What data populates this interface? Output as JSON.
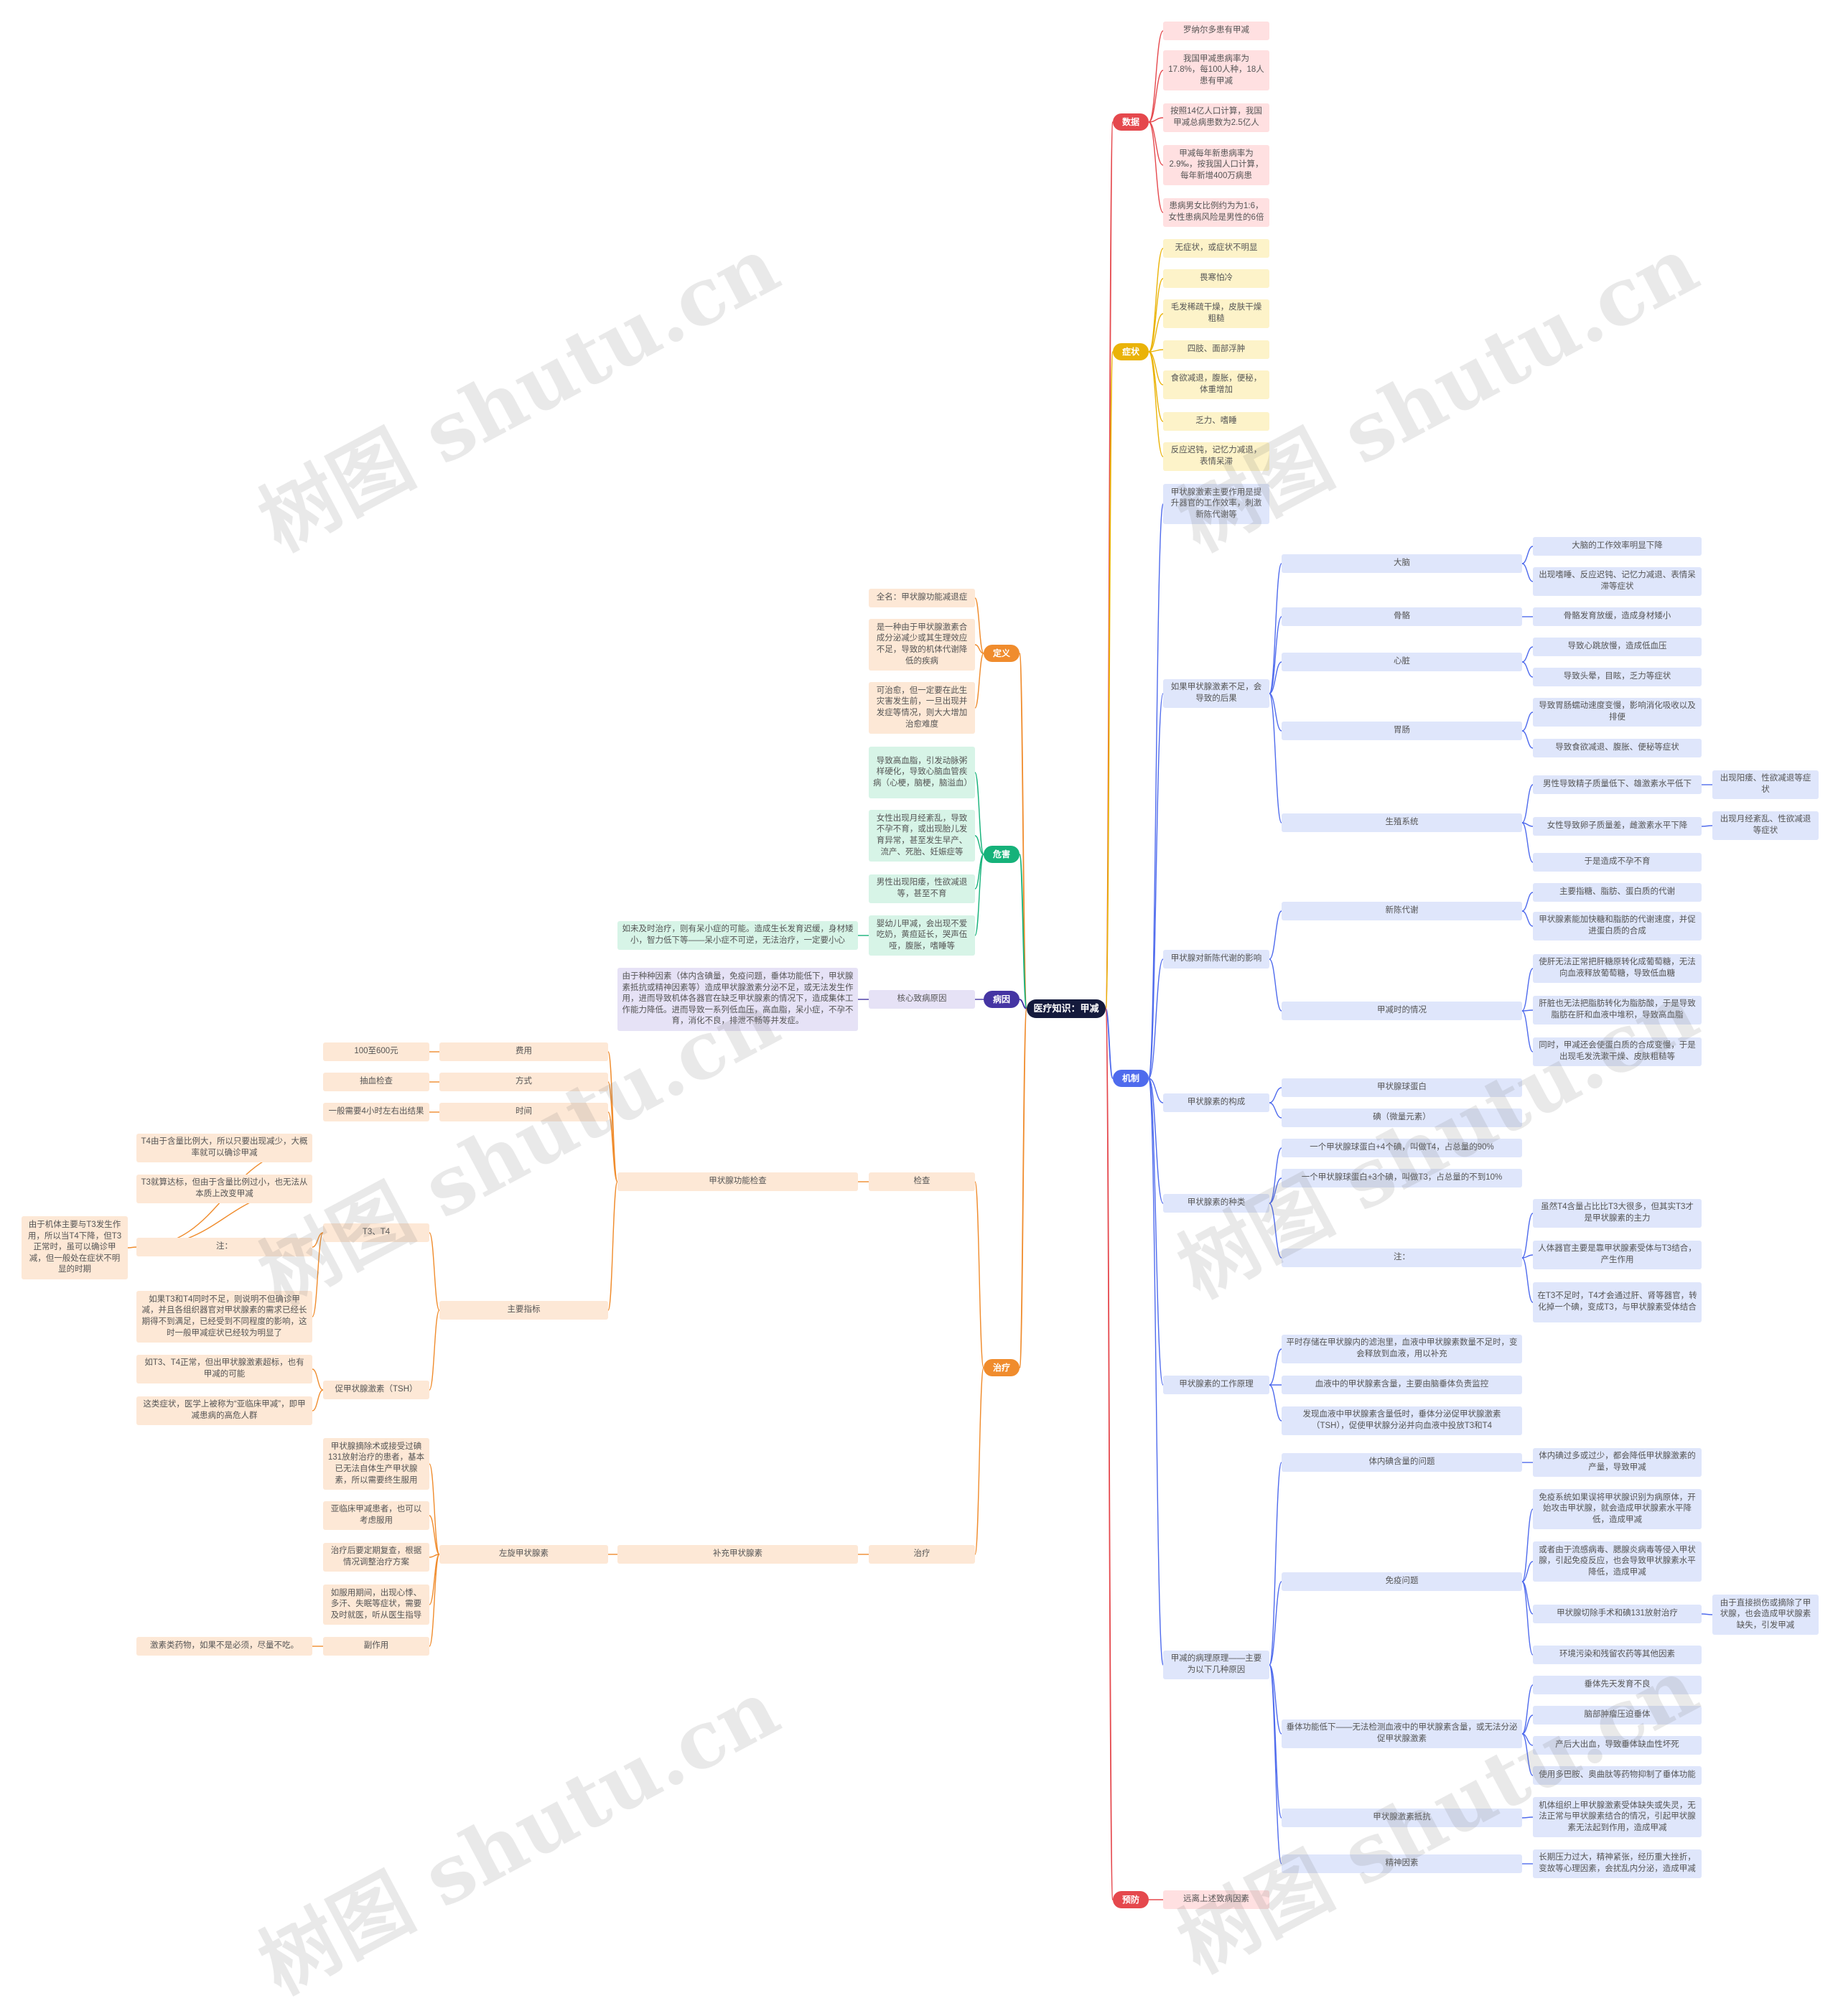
{
  "root": "医疗知识：甲减",
  "colors": {
    "shuju": "#e5484d",
    "zhengzhuang": "#eab308",
    "jizhi": "#4f6bed",
    "yufang": "#e5484d",
    "dingyi": "#f08c2d",
    "weihai": "#16b27a",
    "bingyin": "#4535a3",
    "zhiliao": "#f08c2d",
    "pink": "#ffe0e1",
    "yellow": "#fdf3c9",
    "blue": "#dfe6fb",
    "orange": "#fde8d6",
    "green": "#d7f4e7",
    "purple": "#e6e2f6"
  },
  "right": {
    "shuju": {
      "label": "数据",
      "items": [
        "罗纳尔多患有甲减",
        "我国甲减患病率为17.8%，每100人种，18人患有甲减",
        "按照14亿人口计算，我国甲减总病患数为2.5亿人",
        "甲减每年新患病率为2.9‰，按我国人口计算，每年新增400万病患",
        "患病男女比例约为为1:6，女性患病风险是男性的6倍"
      ]
    },
    "zhengzhuang": {
      "label": "症状",
      "items": [
        "无症状，或症状不明显",
        "畏寒怕冷",
        "毛发稀疏干燥，皮肤干燥粗糙",
        "四肢、面部浮肿",
        "食欲减退，腹胀，便秘，体重增加",
        "乏力、嗜睡",
        "反应迟钝，记忆力减退，表情呆滞"
      ]
    },
    "jizhi": {
      "label": "机制",
      "zuoyong": "甲状腺激素主要作用是提升器官的工作效率，刺激新陈代谢等",
      "buzu": {
        "label": "如果甲状腺激素不足，会导致的后果",
        "dana": {
          "label": "大脑",
          "items": [
            "大脑的工作效率明显下降",
            "出现嗜睡、反应迟钝、记忆力减退、表情呆滞等症状"
          ]
        },
        "guge": {
          "label": "骨骼",
          "items": [
            "骨骼发育放缓，造成身材矮小"
          ]
        },
        "xinzang": {
          "label": "心脏",
          "items": [
            "导致心跳放慢，造成低血压",
            "导致头晕，目眩，乏力等症状"
          ]
        },
        "weichang": {
          "label": "胃肠",
          "items": [
            "导致胃肠蠕动速度变慢，影响消化吸收以及排便",
            "导致食欲减退、腹胀、便秘等症状"
          ]
        },
        "shengzhi": {
          "label": "生殖系统",
          "nan": "男性导致精子质量低下、雄激素水平低下",
          "nan_r": "出现阳痿、性欲减退等症状",
          "nv": "女性导致卵子质量差，雌激素水平下降",
          "nv_r": "出现月经紊乱、性欲减退等症状",
          "end": "于是造成不孕不育"
        }
      },
      "daixie": {
        "label": "甲状腺对新陈代谢的影响",
        "xinchen": {
          "label": "新陈代谢",
          "items": [
            "主要指糖、脂肪、蛋白质的代谢",
            "甲状腺素能加快糖和脂肪的代谢速度，并促进蛋白质的合成"
          ]
        },
        "jiajian": {
          "label": "甲减时的情况",
          "items": [
            "使肝无法正常把肝糖原转化成葡萄糖，无法向血液释放葡萄糖，导致低血糖",
            "肝脏也无法把脂肪转化为脂肪酸，于是导致脂肪在肝和血液中堆积，导致高血脂",
            "同时，甲减还会使蛋白质的合成变慢，于是出现毛发洗漱干燥、皮肤粗糙等"
          ]
        }
      },
      "goucheng": {
        "label": "甲状腺素的构成",
        "items": [
          "甲状腺球蛋白",
          "碘（微量元素）"
        ]
      },
      "zhonglei": {
        "label": "甲状腺素的种类",
        "t4": "一个甲状腺球蛋白+4个碘，叫做T4，占总量的90%",
        "t3": "一个甲状腺球蛋白+3个碘，叫做T3，占总量的不到10%",
        "zhu": {
          "label": "注：",
          "items": [
            "虽然T4含量占比比T3大很多，但其实T3才是甲状腺素的主力",
            "人体器官主要是靠甲状腺素受体与T3结合，产生作用",
            "在T3不足时，T4才会通过肝、肾等器官，转化掉一个碘，变成T3，与甲状腺素受体结合"
          ]
        }
      },
      "yuanli": {
        "label": "甲状腺素的工作原理",
        "items": [
          "平时存储在甲状腺内的滤泡里，血液中甲状腺素数量不足时，变会释放到血液，用以补充",
          "血液中的甲状腺素含量，主要由脑垂体负责监控",
          "发现血液中甲状腺素含量低时，垂体分泌促甲状腺激素（TSH），促使甲状腺分泌并向血液中投放T3和T4"
        ]
      },
      "bingli": {
        "label": "甲减的病理原理——主要为以下几种原因",
        "dian": {
          "label": "体内碘含量的问题",
          "items": [
            "体内碘过多或过少，都会降低甲状腺激素的产量，导致甲减"
          ]
        },
        "mianyi": {
          "label": "免疫问题",
          "items": [
            "免疫系统如果误将甲状腺识别为病原体，开始攻击甲状腺，就会造成甲状腺素水平降低，造成甲减",
            "或者由于流感病毒、腮腺炎病毒等侵入甲状腺，引起免疫反应，也会导致甲状腺素水平降低，造成甲减",
            "甲状腺切除手术和碘131放射治疗",
            "环境污染和残留农药等其他因素"
          ],
          "qiechu_r": "由于直接损伤或摘除了甲状腺，也会造成甲状腺素缺失，引发甲减"
        },
        "chuiti": {
          "label": "垂体功能低下——无法检测血液中的甲状腺素含量，或无法分泌促甲状腺激素",
          "items": [
            "垂体先天发育不良",
            "脑部肿瘤压迫垂体",
            "产后大出血，导致垂体缺血性坏死",
            "使用多巴胺、奥曲肽等药物抑制了垂体功能"
          ]
        },
        "dikang": {
          "label": "甲状腺激素抵抗",
          "items": [
            "机体组织上甲状腺激素受体缺失或失灵，无法正常与甲状腺素结合的情况，引起甲状腺素无法起到作用，造成甲减"
          ]
        },
        "jingshen": {
          "label": "精神因素",
          "items": [
            "长期压力过大，精神紧张，经历重大挫折，变故等心理因素，会扰乱内分泌，造成甲减"
          ]
        }
      }
    },
    "yufang": {
      "label": "预防",
      "items": [
        "远离上述致病因素"
      ]
    }
  },
  "left": {
    "dingyi": {
      "label": "定义",
      "items": [
        "全名：甲状腺功能减退症",
        "是一种由于甲状腺激素合成分泌减少或其生理效应不足，导致的机体代谢降低的疾病",
        "可治愈，但一定要在此生灾害发生前，一旦出现并发症等情况，则大大增加治愈难度"
      ]
    },
    "weihai": {
      "label": "危害",
      "items": [
        "导致高血脂，引发动脉粥样硬化，导致心脑血管疾病（心梗，脑梗，脑溢血）",
        "女性出现月经紊乱，导致不孕不育，或出现胎儿发育异常，甚至发生早产、流产、死胎、妊娠症等",
        "男性出现阳痿，性欲减退等，甚至不育",
        "婴幼儿甲减，会出现不爱吃奶，黄疸延长，哭声伍哑，腹胀，嗜睡等"
      ],
      "yinger_l": "如未及时治疗，则有呆小症的可能。造成生长发育迟缓，身材矮小，智力低下等——呆小症不可逆，无法治疗，一定要小心"
    },
    "bingyin": {
      "label": "病因",
      "hexin": "核心致病原因",
      "desc": "由于种种因素（体内含碘量，免疫问题，垂体功能低下，甲状腺素抵抗或精神因素等）造成甲状腺激素分泌不足，或无法发生作用，进而导致机体各器官在缺乏甲状腺素的情况下，造成集体工作能力降低。进而导致一系列低血压，高血脂，呆小症，不孕不育，消化不良，排泄不畅等并发症。"
    },
    "zhiliao": {
      "label": "治疗",
      "jiancha": {
        "label": "检查",
        "gongneng": "甲状腺功能检查",
        "feiyong": {
          "label": "费用",
          "value": "100至600元"
        },
        "fangshi": {
          "label": "方式",
          "value": "抽血检查"
        },
        "shijian": {
          "label": "时间",
          "value": "一般需要4小时左右出结果"
        },
        "zhibiao": {
          "label": "主要指标",
          "t3t4": "T3、T4",
          "zhu": "注：",
          "zhu_items": [
            "T4由于含量比例大，所以只要出现减少，大概率就可以确诊甲减",
            "T3就算达标，但由于含量比例过小，也无法从本质上改变甲减"
          ],
          "zhu_l": "由于机体主要与T3发生作用，所以当T4下降，但T3正常时，虽可以确诊甲减，但一般处在症状不明显的时期",
          "t3t4_b": "如果T3和T4同时不足，则说明不但确诊甲减，并且各组织器官对甲状腺素的需求已经长期得不到满足，已经受到不同程度的影响，这时一般甲减症状已经较为明显了",
          "tsh": "促甲状腺激素（TSH）",
          "tsh_items": [
            "如T3、T4正常，但出甲状腺激素超标，也有甲减的可能",
            "这类症状，医学上被称为“亚临床甲减”，即甲减患病的高危人群"
          ]
        }
      },
      "zhiliao2": {
        "label": "治疗",
        "buchong": "补充甲状腺素",
        "zuojia": "左旋甲状腺素",
        "items": [
          "甲状腺摘除术或接受过碘131放射治疗的患者，基本已无法自体生产甲状腺素，所以需要终生服用",
          "亚临床甲减患者，也可以考虑服用",
          "治疗后要定期复查，根据情况调整治疗方案",
          "如服用期间，出现心悸、多汗、失眠等症状，需要及时就医，听从医生指导"
        ],
        "fuzuoyong": "副作用",
        "fuzuoyong_l": "激素类药物，如果不是必须，尽量不吃。"
      }
    }
  },
  "watermark": "树图 shutu.cn"
}
